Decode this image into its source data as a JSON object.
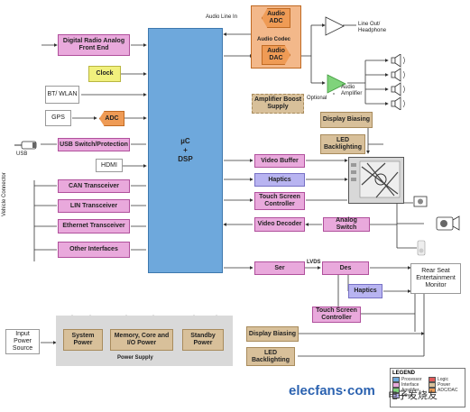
{
  "dsp": {
    "label": "µC\n+\nDSP"
  },
  "left_blocks": {
    "digital_radio": "Digital Radio Analog Front End",
    "clock": "Clock",
    "bt_wlan": "BT/ WLAN",
    "gps": "GPS",
    "adc": "ADC",
    "usb_switch": "USB Switch/Protection",
    "usb_label": "USB",
    "hdmi": "HDMI",
    "can": "CAN Transceiver",
    "lin": "LIN Transceiver",
    "ethernet": "Ethernet Transceiver",
    "other": "Other Interfaces",
    "vehicle_connector": "Vehicle Connector"
  },
  "audio": {
    "line_in": "Audio Line In",
    "codec_adc": "Audio ADC",
    "codec_title": "Audio Codec",
    "codec_dac": "Audio DAC",
    "line_out": "Line Out/ Headphone",
    "amplifier": "Audio Amplifier",
    "optional": "Optional",
    "boost": "Amplifier Boost Supply"
  },
  "display": {
    "biasing": "Display Biasing",
    "led": "LED Backlighting",
    "video_buffer": "Video Buffer",
    "haptics": "Haptics",
    "touch": "Touch Screen Controller",
    "video_decoder": "Video Decoder",
    "analog_switch": "Analog Switch"
  },
  "rear": {
    "ser": "Ser",
    "lvds": "LVDS",
    "des": "Des",
    "haptics": "Haptics",
    "touch": "Touch Screen Controller",
    "monitor": "Rear Seat Entertainment Monitor",
    "biasing": "Display Biasing",
    "led": "LED Backlighting"
  },
  "power": {
    "input": "Input Power Source",
    "system": "System Power",
    "memory": "Memory, Core and I/O Power",
    "standby": "Standby Power",
    "supply": "Power Supply"
  },
  "legend": {
    "title": "LEGEND",
    "items": [
      {
        "label": "Processor",
        "color": "#6ea8dc"
      },
      {
        "label": "Logic",
        "color": "#e05a5a"
      },
      {
        "label": "Interface",
        "color": "#e9a9dc"
      },
      {
        "label": "Power",
        "color": "#d8c09a"
      },
      {
        "label": "Amplifier",
        "color": "#7fd37b"
      },
      {
        "label": "ADC/DAC",
        "color": "#ef9b55"
      },
      {
        "label": "Other",
        "color": "#b8b4f1"
      }
    ]
  },
  "watermark": {
    "brand": "elecfans·com",
    "cn": "电子发烧友"
  },
  "colors": {
    "processor": "#6ea8dc",
    "wire": "#333333"
  }
}
